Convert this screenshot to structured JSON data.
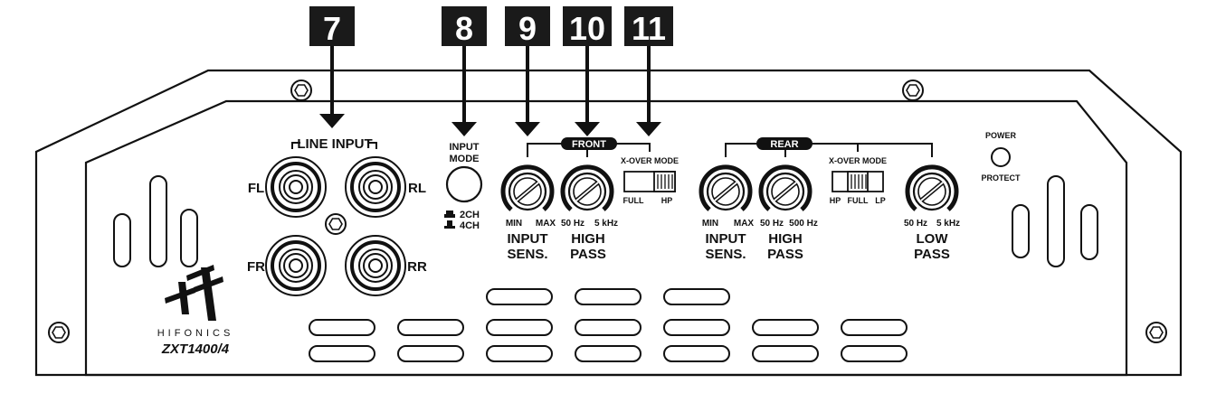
{
  "callouts": [
    "7",
    "8",
    "9",
    "10",
    "11"
  ],
  "line_input": {
    "title": "LINE INPUT",
    "fl": "FL",
    "rl": "RL",
    "fr": "FR",
    "rr": "RR"
  },
  "input_mode": {
    "line1": "INPUT",
    "line2": "MODE",
    "opt_2ch": "2CH",
    "opt_4ch": "4CH"
  },
  "front": {
    "title": "FRONT",
    "sens_min": "MIN",
    "sens_max": "MAX",
    "sens_label1": "INPUT",
    "sens_label2": "SENS.",
    "hp_low": "50 Hz",
    "hp_high": "5 kHz",
    "hp_label1": "HIGH",
    "hp_label2": "PASS",
    "xover_title": "X-OVER MODE",
    "xover_full": "FULL",
    "xover_hp": "HP"
  },
  "rear": {
    "title": "REAR",
    "sens_min": "MIN",
    "sens_max": "MAX",
    "sens_label1": "INPUT",
    "sens_label2": "SENS.",
    "hp_low": "50 Hz",
    "hp_high": "500 Hz",
    "hp_label1": "HIGH",
    "hp_label2": "PASS",
    "xover_title": "X-OVER MODE",
    "xover_hp": "HP",
    "xover_full": "FULL",
    "xover_lp": "LP",
    "lp_low": "50 Hz",
    "lp_high": "5 kHz",
    "lp_label1": "LOW",
    "lp_label2": "PASS"
  },
  "status": {
    "power": "POWER",
    "protect": "PROTECT"
  },
  "brand": {
    "name": "HIFONICS",
    "model": "ZXT1400/4"
  },
  "colors": {
    "ink": "#111111",
    "badge": "#1a1a1a",
    "background": "#ffffff"
  }
}
